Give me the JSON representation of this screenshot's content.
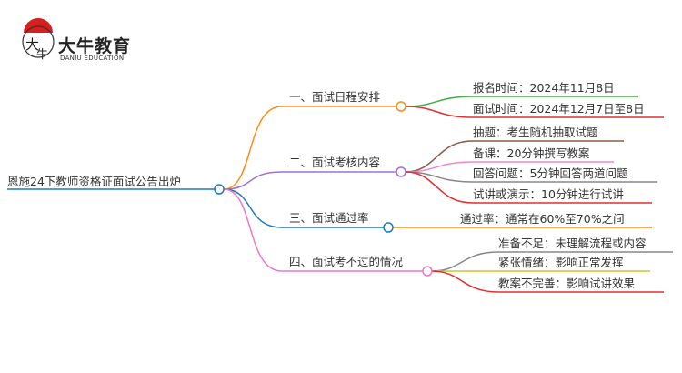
{
  "logo": {
    "name_cn": "大牛教育",
    "name_en": "DANIU EDUCATION",
    "mark_text": "大牛"
  },
  "root": {
    "label": "恩施24下教师资格证面试公告出炉"
  },
  "branches": [
    {
      "label": "一、面试日程安排",
      "color": "#ff8c1a",
      "children": [
        {
          "label": "报名时间：2024年11月8日",
          "color": "#3cb043"
        },
        {
          "label": "面试时间：2024年12月7日至8日",
          "color": "#e03030"
        }
      ]
    },
    {
      "label": "二、面试考核内容",
      "color": "#a070d0",
      "children": [
        {
          "label": "抽题：考生随机抽取试题",
          "color": "#8b5a4a"
        },
        {
          "label": "备课：20分钟撰写教案",
          "color": "#ee88cc"
        },
        {
          "label": "回答问题：5分钟回答两道问题",
          "color": "#888888"
        },
        {
          "label": "试讲或演示：10分钟进行试讲",
          "color": "#e03030"
        }
      ]
    },
    {
      "label": "三、面试通过率",
      "color": "#1f78c0",
      "children": [
        {
          "label": "通过率：通常在60%至70%之间",
          "color": "#ff8c1a"
        }
      ]
    },
    {
      "label": "四、面试考不过的情况",
      "color": "#ee77cc",
      "children": [
        {
          "label": "准备不足：未理解流程或内容",
          "color": "#888888"
        },
        {
          "label": "紧张情绪：影响正常发挥",
          "color": "#c8c832"
        },
        {
          "label": "教案不完善：影响试讲效果",
          "color": "#e03030"
        }
      ]
    }
  ]
}
